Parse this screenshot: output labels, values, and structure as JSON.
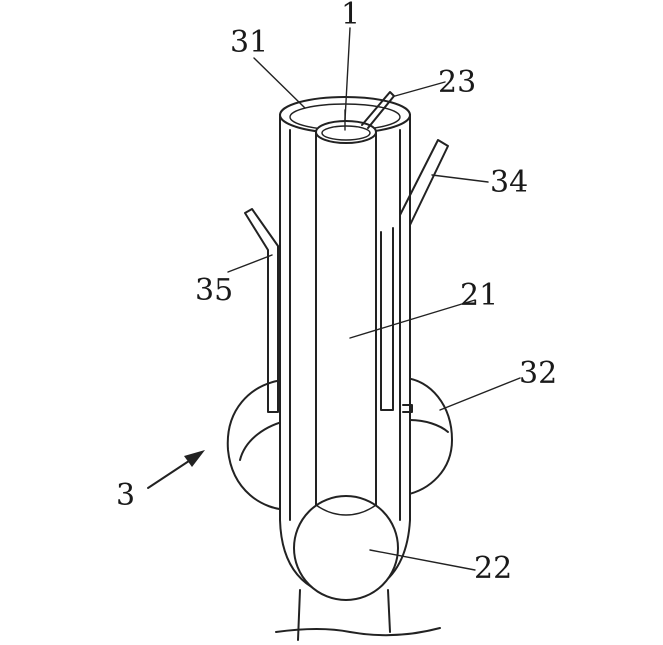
{
  "labels": {
    "l1": "1",
    "l31": "31",
    "l23": "23",
    "l34": "34",
    "l35": "35",
    "l21": "21",
    "l32": "32",
    "l3": "3",
    "l22": "22"
  }
}
